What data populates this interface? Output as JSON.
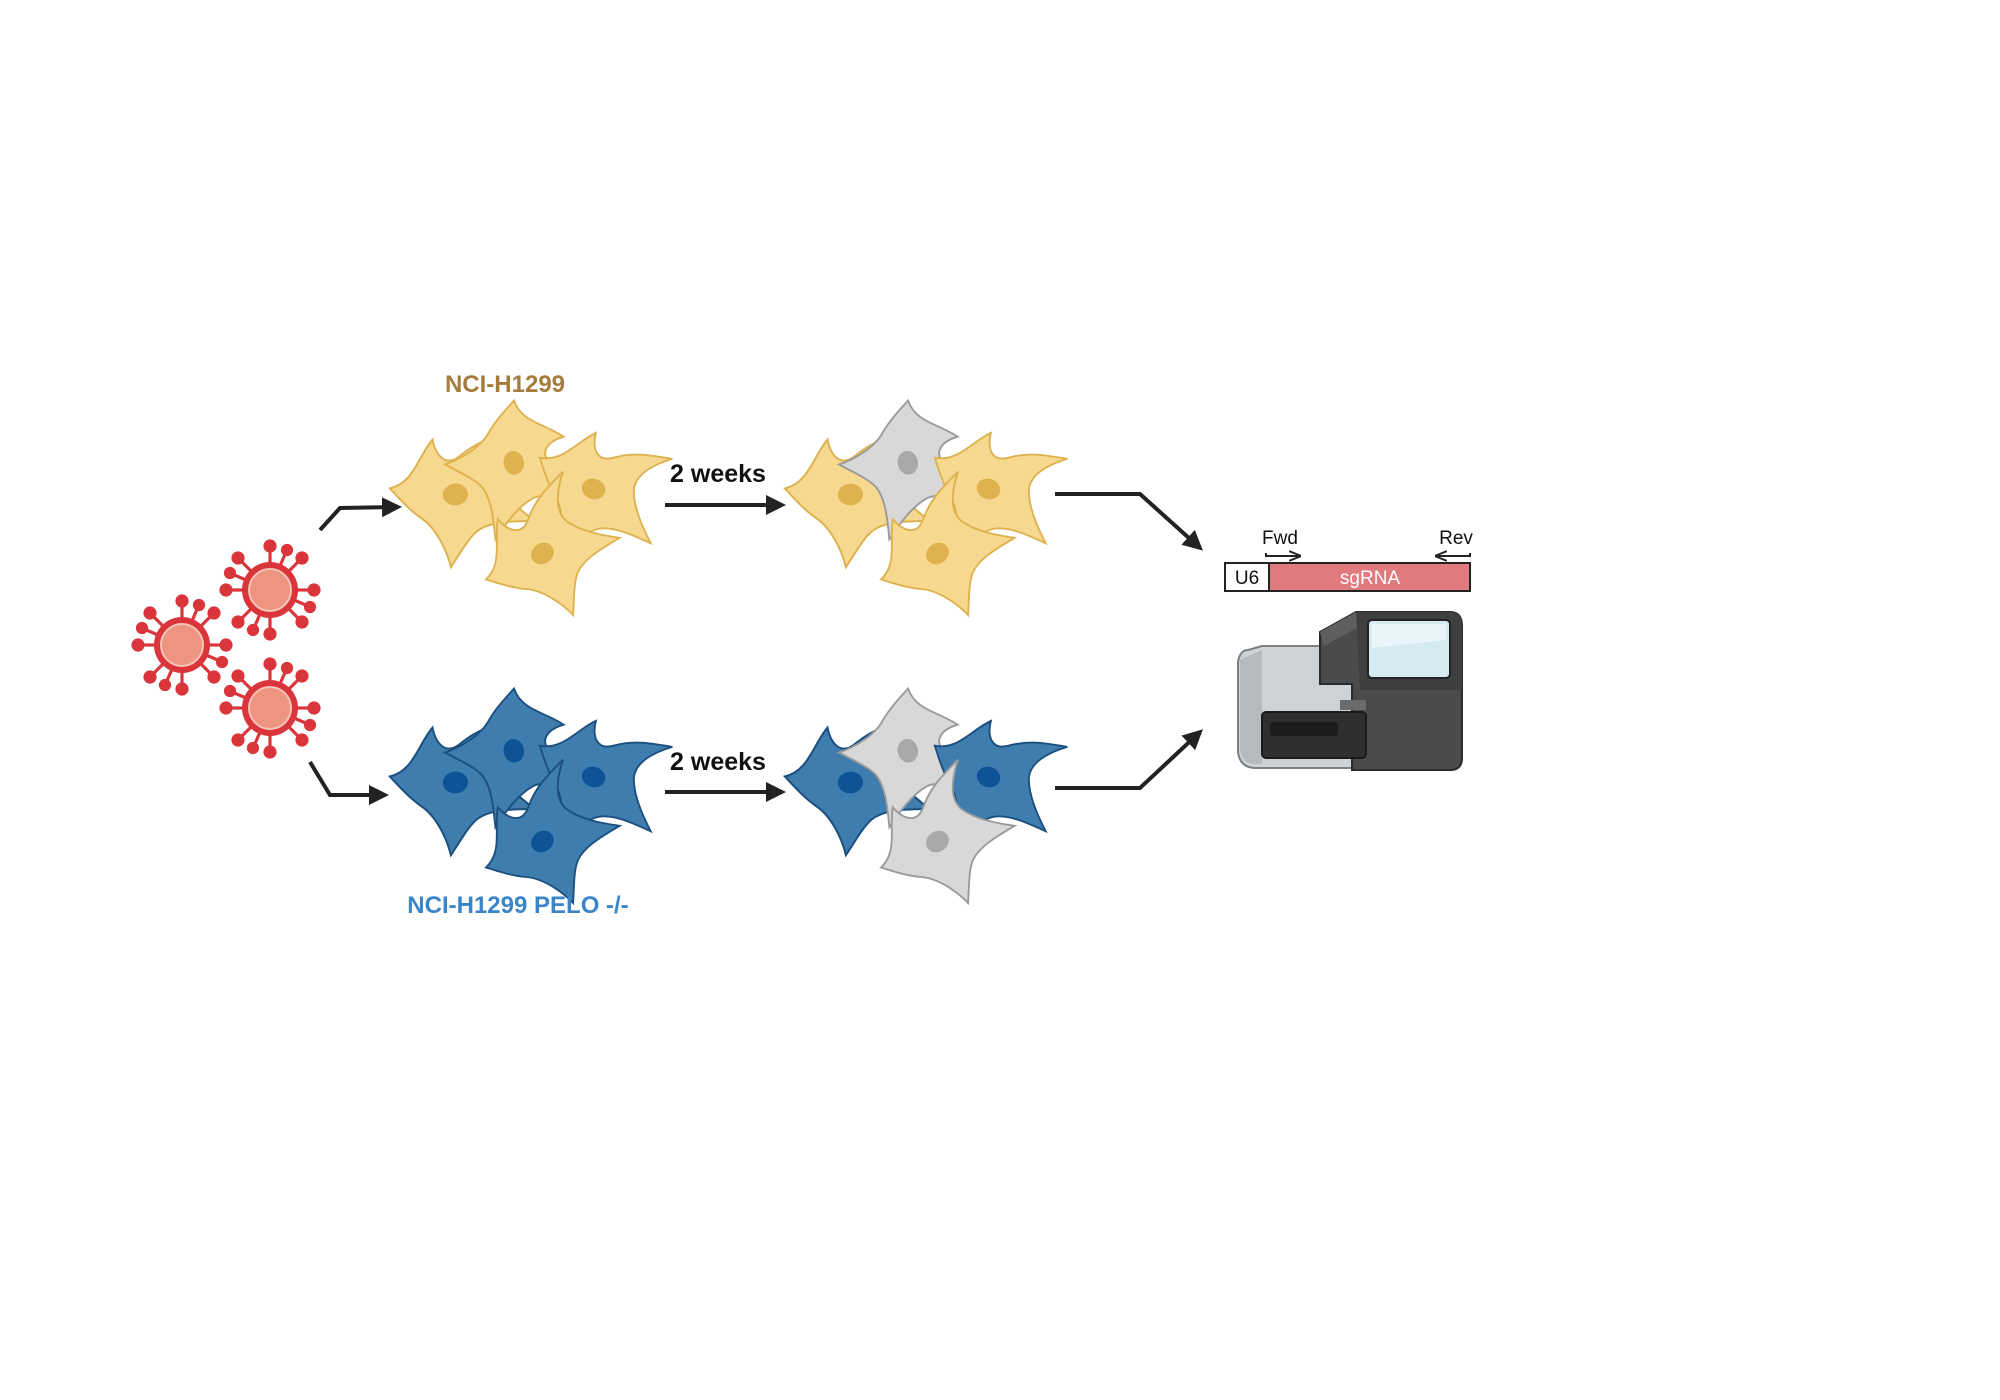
{
  "labels": {
    "top_cell_line": "NCI-H1299",
    "bottom_cell_line": "NCI-H1299 PELO -/-",
    "duration_top": "2 weeks",
    "duration_bottom": "2 weeks"
  },
  "construct": {
    "promoter": "U6",
    "insert": "sgRNA",
    "forward_primer": "Fwd",
    "reverse_primer": "Rev"
  },
  "colors": {
    "wildtype_cell": "#F6D98F",
    "wildtype_nucleus": "#DDB24F",
    "wildtype_text": "#A67C3D",
    "knockout_cell": "#3F7DAE",
    "knockout_nucleus": "#0E5495",
    "knockout_text": "#3A86C8",
    "depleted_cell": "#D8D8D8",
    "depleted_nucleus": "#A9A9A9",
    "virus_body": "#D9353B",
    "virus_core": "#EE9582",
    "sgrna_bar": "#E07A7E",
    "arrow": "#222222"
  },
  "icons": {
    "virus": "lentivirus-icon",
    "cell": "cell-icon",
    "sequencer": "sequencer-icon"
  }
}
